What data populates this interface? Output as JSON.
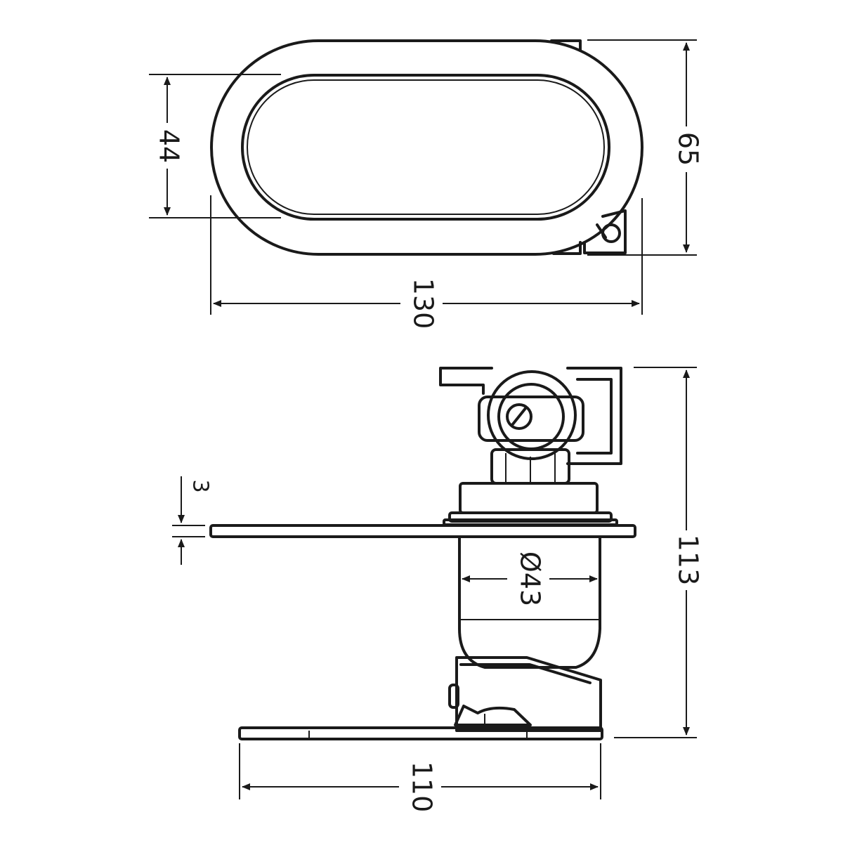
{
  "drawing": {
    "top_view": {
      "inner_height_label": "44",
      "outer_height_label": "65",
      "width_label": "130"
    },
    "side_view": {
      "plate_thickness_label": "3",
      "body_diameter_label": "Ø43",
      "height_label": "113",
      "base_length_label": "110"
    },
    "line_color": "#1a1a1a",
    "background": "#ffffff"
  }
}
